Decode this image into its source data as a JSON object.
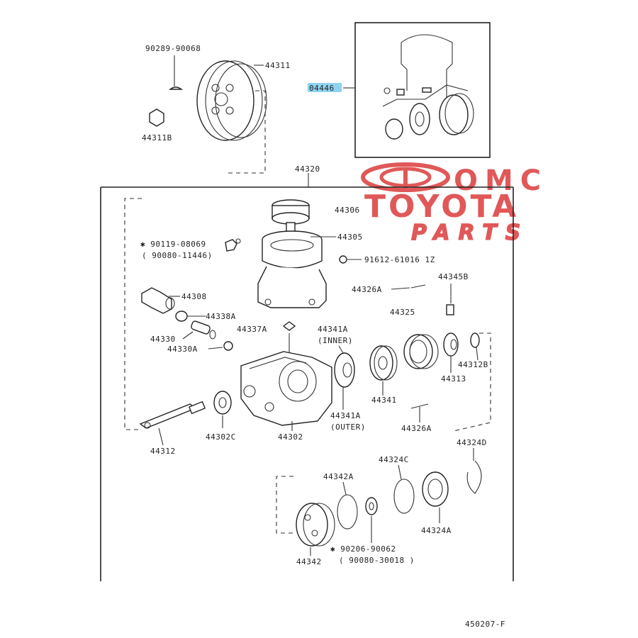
{
  "labels": {
    "l_90289": "90289-90068",
    "l_44311": "44311",
    "l_44311b": "44311B",
    "l_04446": "04446",
    "l_44320": "44320",
    "l_44306a": "44306",
    "l_44305": "44305",
    "l_90119_star": "✱ 90119-08069",
    "l_90080": "( 90080-11446)",
    "l_91612": "91612-61016 1Z",
    "l_44308": "44308",
    "l_44345b": "44345B",
    "l_44326a": "44326A",
    "l_44338a": "44338A",
    "l_44325": "44325",
    "l_44337a": "44337A",
    "l_44341a": "44341A",
    "l_inner": "(INNER)",
    "l_44330": "44330",
    "l_44330a": "44330A",
    "l_44312b": "44312B",
    "l_44313": "44313",
    "l_44341": "44341",
    "l_44302c": "44302C",
    "l_44302": "44302",
    "l_44341a_b": "44341A",
    "l_outer": "(OUTER)",
    "l_44326a_b": "44326A",
    "l_44312": "44312",
    "l_44324d": "44324D",
    "l_44324c": "44324C",
    "l_44342a": "44342A",
    "l_44324a": "44324A",
    "l_90206_star": "✱ 90206-90062",
    "l_90080b": "( 90080-30018 )",
    "l_44342": "44342",
    "l_figno": "450207-F"
  },
  "watermark": {
    "line1": "OMC",
    "line2": "TOYOTA",
    "line3": "PARTS",
    "color": "#e05858"
  },
  "colors": {
    "highlight": "#8fd3f0",
    "line": "#222222"
  }
}
